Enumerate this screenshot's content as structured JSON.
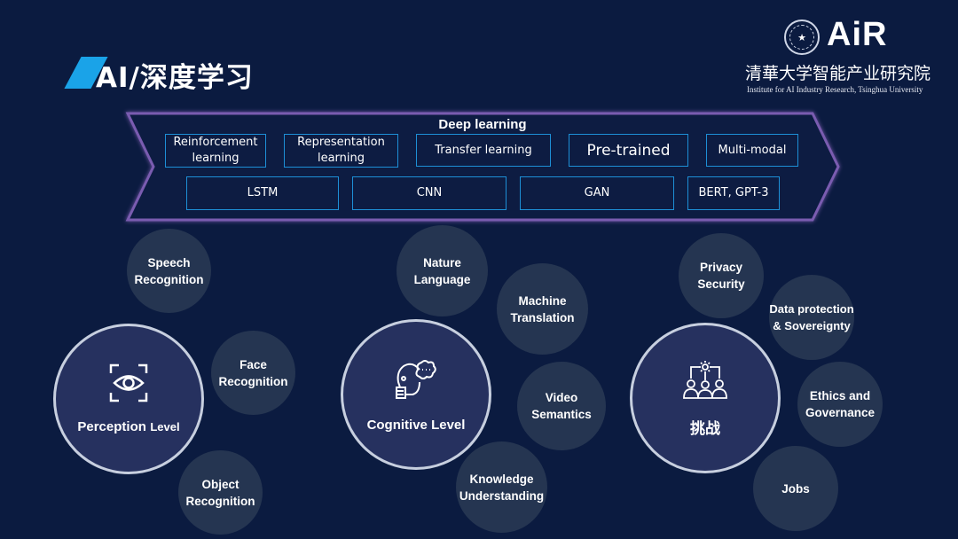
{
  "header": {
    "title": "AI/深度学习",
    "accent_color": "#1aa3e8",
    "logo": {
      "seal_icon": "tsinghua-seal-icon",
      "seal_glyph": "★",
      "brand": "AiR",
      "cn_name": "清華大学智能产业研究院",
      "en_name": "Institute for AI Industry Research,  Tsinghua University"
    }
  },
  "deep_learning": {
    "title": "Deep learning",
    "row1": [
      "Reinforcement learning",
      "Representation learning",
      "Transfer learning",
      "Pre-trained",
      "Multi-modal"
    ],
    "row2": [
      "LSTM",
      "CNN",
      "GAN",
      "BERT, GPT-3"
    ],
    "border_color": "#7a5bb0",
    "box_border_color": "#1d8fd6"
  },
  "groups": [
    {
      "label": "Perception",
      "label_suffix": "Level",
      "icon": "eye-scan-icon",
      "satellites": [
        "Speech Recognition",
        "Face Recognition",
        "Object Recognition"
      ]
    },
    {
      "label": "Cognitive Level",
      "label_suffix": "",
      "icon": "head-thought-icon",
      "satellites": [
        "Nature Language",
        "Machine Translation",
        "Video Semantics",
        "Knowledge Understanding"
      ]
    },
    {
      "label": "挑战",
      "label_suffix": "",
      "icon": "team-gear-icon",
      "satellites": [
        "Privacy Security",
        "Data protection & Sovereignty",
        "Ethics and Governance",
        "Jobs"
      ]
    }
  ],
  "colors": {
    "background": "#0b1b40",
    "satellite_fill": "#253551",
    "main_circle_fill": "#26315f",
    "main_circle_border": "#c7cfdf"
  }
}
